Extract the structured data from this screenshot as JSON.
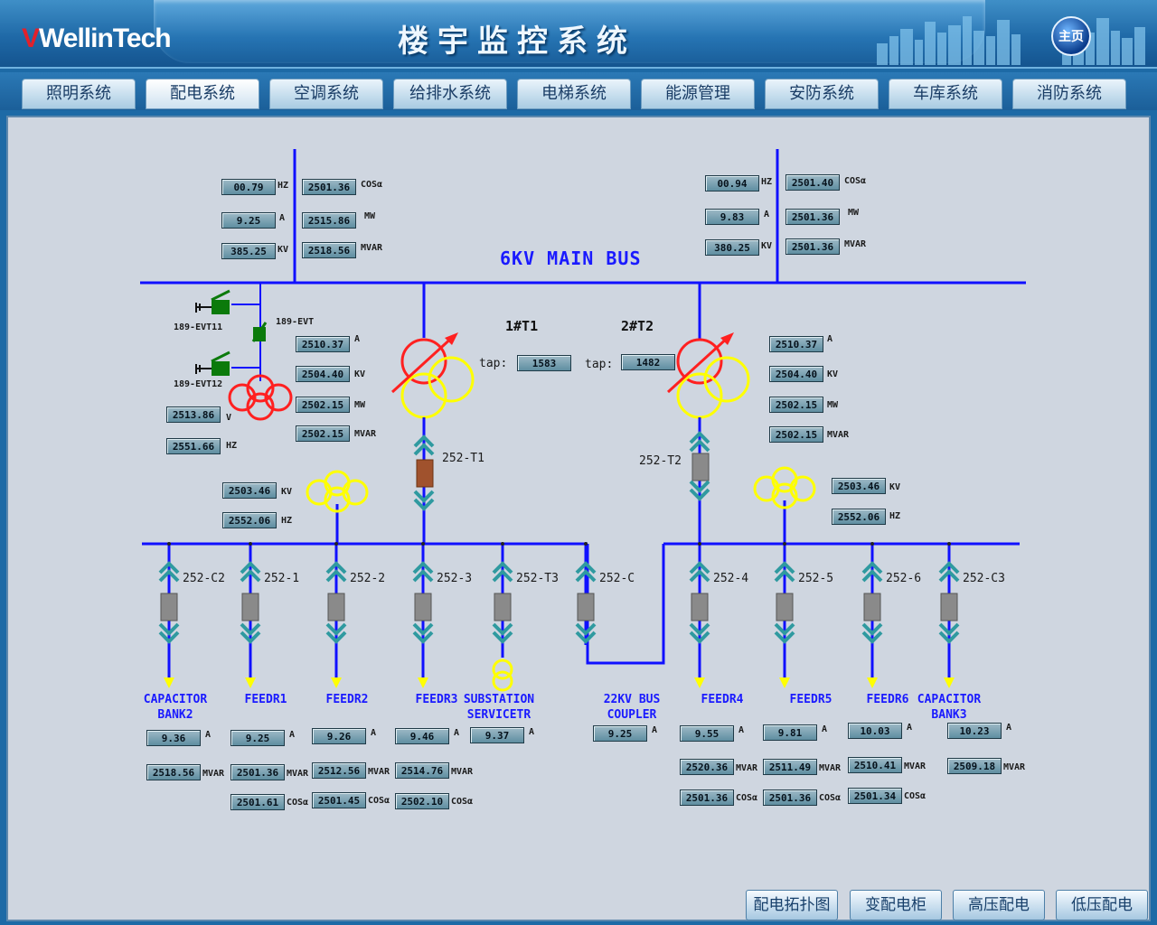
{
  "header": {
    "logo": "WellinTech",
    "title": "楼宇监控系统",
    "home": "主页"
  },
  "nav": [
    "照明系统",
    "配电系统",
    "空调系统",
    "给排水系统",
    "电梯系统",
    "能源管理",
    "安防系统",
    "车库系统",
    "消防系统"
  ],
  "nav_active": 1,
  "bus": {
    "main": "6KV MAIN BUS"
  },
  "transformers": {
    "t1": "1#T1",
    "t2": "2#T2",
    "tap_label": "tap:",
    "t1_tap": "1583",
    "t2_tap": "1482"
  },
  "left_top": {
    "hz": "00.79",
    "a": "9.25",
    "kv": "385.25",
    "cos": "2501.36",
    "mw": "2515.86",
    "mvar": "2518.56"
  },
  "right_top": {
    "hz": "00.94",
    "a": "9.83",
    "kv": "380.25",
    "cos": "2501.40",
    "mw": "2501.36",
    "mvar": "2501.36"
  },
  "t1_vals": {
    "a": "2510.37",
    "kv": "2504.40",
    "mw": "2502.15",
    "mvar": "2502.15"
  },
  "t2_vals": {
    "a": "2510.37",
    "kv": "2504.40",
    "mw": "2502.15",
    "mvar": "2502.15"
  },
  "pt_left": {
    "v": "2513.86",
    "hz": "2551.66"
  },
  "pt_mid": {
    "kv": "2503.46",
    "hz": "2552.06"
  },
  "pt_right": {
    "kv": "2503.46",
    "hz": "2552.06"
  },
  "switch_labels": {
    "evt11": "189-EVT11",
    "evt": "189-EVT",
    "evt12": "189-EVT12",
    "t1": "252-T1",
    "t2": "252-T2"
  },
  "units": {
    "hz": "HZ",
    "a": "A",
    "kv": "KV",
    "cos": "COSα",
    "mw": "MW",
    "mvar": "MVAR",
    "v": "V"
  },
  "feeders": [
    {
      "switch": "252-C2",
      "line1": "CAPACITOR",
      "line2": "BANK2",
      "a": "9.36",
      "mvar": "2518.56",
      "cos": ""
    },
    {
      "switch": "252-1",
      "line1": "FEEDR1",
      "line2": "",
      "a": "9.25",
      "mvar": "2501.36",
      "cos": "2501.61"
    },
    {
      "switch": "252-2",
      "line1": "FEEDR2",
      "line2": "",
      "a": "9.26",
      "mvar": "2512.56",
      "cos": "2501.45"
    },
    {
      "switch": "252-3",
      "line1": "FEEDR3",
      "line2": "",
      "a": "9.46",
      "mvar": "2514.76",
      "cos": "2502.10"
    },
    {
      "switch": "252-T3",
      "line1": "SUBSTATION",
      "line2": "SERVICETR",
      "a": "9.37",
      "mvar": "",
      "cos": ""
    },
    {
      "switch": "252-C",
      "line1": "22KV BUS",
      "line2": "COUPLER",
      "a": "9.25",
      "mvar": "",
      "cos": ""
    },
    {
      "switch": "252-4",
      "line1": "FEEDR4",
      "line2": "",
      "a": "9.55",
      "mvar": "2520.36",
      "cos": "2501.36"
    },
    {
      "switch": "252-5",
      "line1": "FEEDR5",
      "line2": "",
      "a": "9.81",
      "mvar": "2511.49",
      "cos": "2501.36"
    },
    {
      "switch": "252-6",
      "line1": "FEEDR6",
      "line2": "",
      "a": "10.03",
      "mvar": "2510.41",
      "cos": "2501.34"
    },
    {
      "switch": "252-C3",
      "line1": "CAPACITOR",
      "line2": "BANK3",
      "a": "10.23",
      "mvar": "2509.18",
      "cos": ""
    }
  ],
  "bottom_buttons": [
    "配电拓扑图",
    "变配电柜",
    "高压配电",
    "低压配电"
  ],
  "colors": {
    "bus": "#1010ff",
    "transformer_red": "#ff2020",
    "transformer_yellow": "#ffff00",
    "breaker_closed": "#8a8a8a",
    "breaker_t1": "#a0522d",
    "chevron": "#2f9aa0",
    "switch_green": "#0b7a0b"
  }
}
